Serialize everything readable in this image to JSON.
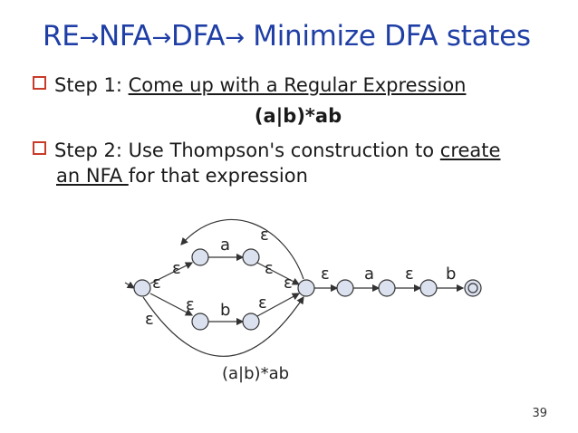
{
  "slide": {
    "title": {
      "parts": [
        "RE",
        "NFA",
        "DFA",
        " Minimize DFA states"
      ],
      "arrow_glyph": "→",
      "color": "#1f3fa6"
    },
    "step1": {
      "prefix": "Step 1: ",
      "underlined": "Come up with a Regular Expression"
    },
    "regex": "(a|b)*ab",
    "step2": {
      "line1_prefix": "Step 2: Use Thompson's construction to ",
      "line1_underlined": "create",
      "line2_underlined": "an NFA ",
      "line2_rest": "for that expression"
    },
    "figure": {
      "symbols": {
        "epsilon": "ε",
        "a": "a",
        "b": "b"
      },
      "caption": "(a|b)*ab"
    },
    "page_number": "39",
    "accent_color": "#c83b2a"
  }
}
